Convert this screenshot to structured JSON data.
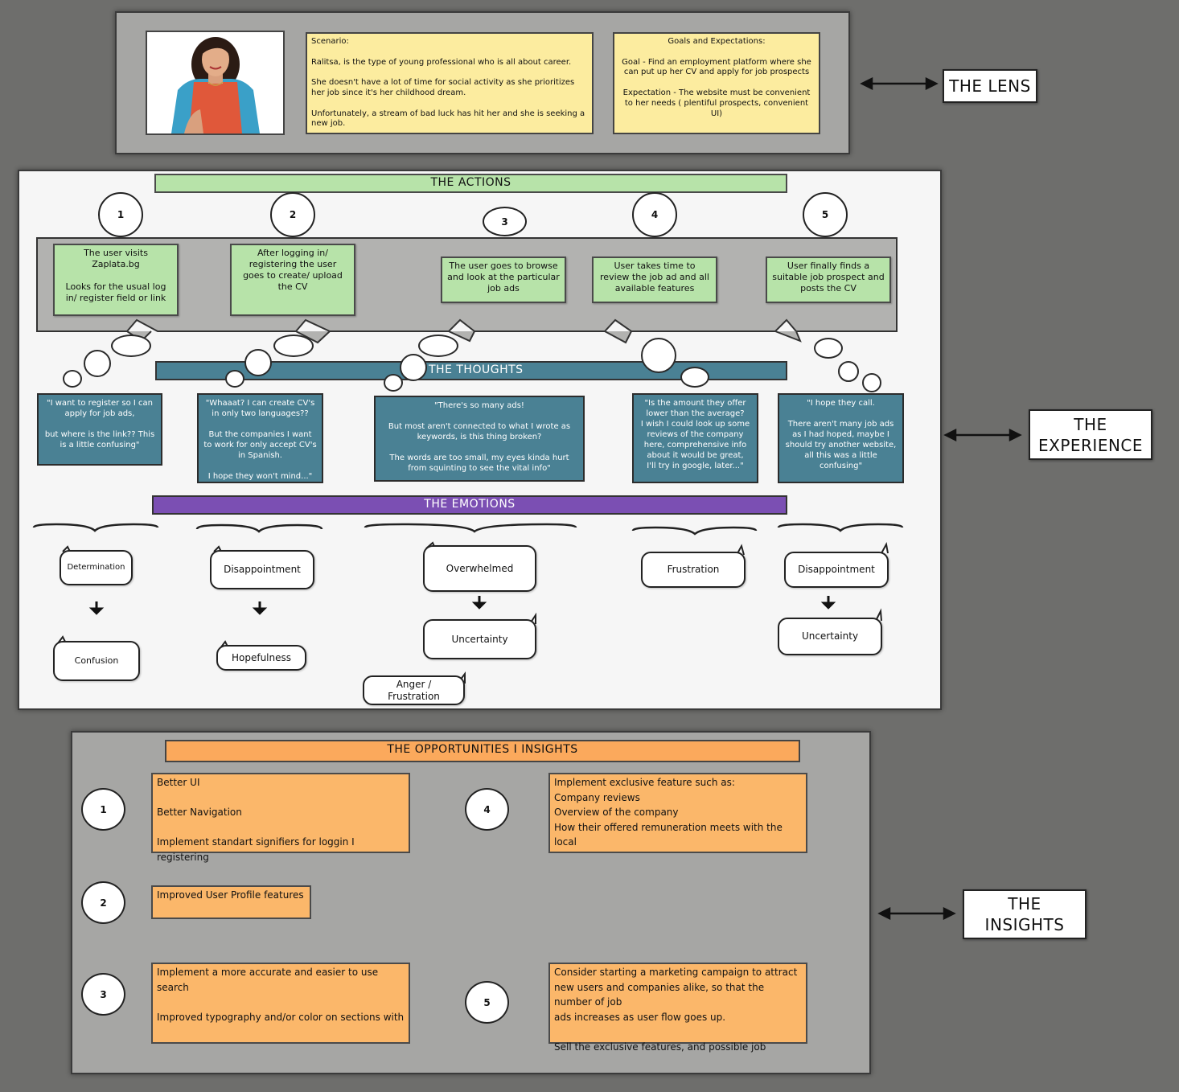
{
  "lens": {
    "scenario": "Scenario:\n\nRalitsa, is the type of young professional who is all about career.\n\nShe doesn't have a lot of time for social activity as she prioritizes her job since it's her childhood dream.\n\nUnfortunately, a stream of bad luck has hit her and she is seeking a new job.",
    "goals": "Goals and Expectations:\n\nGoal - Find an employment platform where she can put up her CV and apply for job prospects\n\nExpectation - The website must be convenient to her needs ( plentiful prospects, convenient UI)",
    "label": "THE LENS"
  },
  "experience": {
    "label": "THE\nEXPERIENCE",
    "actions_title": "THE ACTIONS",
    "thoughts_title": "THE THOUGHTS",
    "emotions_title": "THE EMOTIONS",
    "step_numbers": [
      "1",
      "2",
      "3",
      "4",
      "5"
    ],
    "actions": [
      "The user visits Zaplata.bg\n\nLooks for the usual log in/ register field or link",
      "After logging in/ registering the user\ngoes to create/ upload the CV",
      "The user goes to browse and look at the particular job ads",
      "User takes time to review the job ad and all available features",
      "User finally finds a suitable job prospect and posts the CV"
    ],
    "thoughts": [
      "\"I want to register so I can apply for job ads,\n\nbut where is the link?? This is a little confusing\"",
      "\"Whaaat? I can  create CV's in only two languages??\n\nBut the companies I want to work for only accept CV's in Spanish.\n\nI hope they won't mind...\"",
      "\"There's so many ads!\n\nBut most aren't connected to what I wrote as keywords, is this thing broken?\n\nThe words are  too small, my eyes kinda hurt from squinting to see the vital info\"",
      "\"Is the amount they offer lower than the average?\nI wish I could look up some reviews of the company here, comprehensive info about it would be great,\nI'll try in google, later...\"",
      "\"I hope they call.\n\nThere aren't many job ads as I had hoped, maybe I should try another website, all this was a little confusing\""
    ],
    "emotions": {
      "determination": "Determination",
      "confusion": "Confusion",
      "disappointment_1": "Disappointment",
      "hopefulness": "Hopefulness",
      "overwhelmed": "Overwhelmed",
      "uncertainty_1": "Uncertainty",
      "anger": "Anger /\nFrustration",
      "frustration": "Frustration",
      "disappointment_2": "Disappointment",
      "uncertainty_2": "Uncertainty"
    }
  },
  "insights": {
    "label": "THE\nINSIGHTS",
    "title": "THE OPPORTUNITIES I INSIGHTS",
    "items": [
      {
        "num": "1",
        "text": "Better UI\n\nBetter Navigation\n\nImplement standart signifiers for loggin I registering"
      },
      {
        "num": "2",
        "text": "Improved User Profile features"
      },
      {
        "num": "3",
        "text": "Implement a more accurate and easier to use search\n\nImproved typography and/or color on sections with"
      },
      {
        "num": "4",
        "text": "Implement exclusive feature such as:\nCompany reviews\nOverview of the company\nHow their offered remuneration meets with the local"
      },
      {
        "num": "5",
        "text": "Consider starting a marketing campaign to attract new users and companies alike, so that the number of job\n ads increases as user flow goes up.\n\nSell the exclusive features, and possible job"
      }
    ]
  }
}
